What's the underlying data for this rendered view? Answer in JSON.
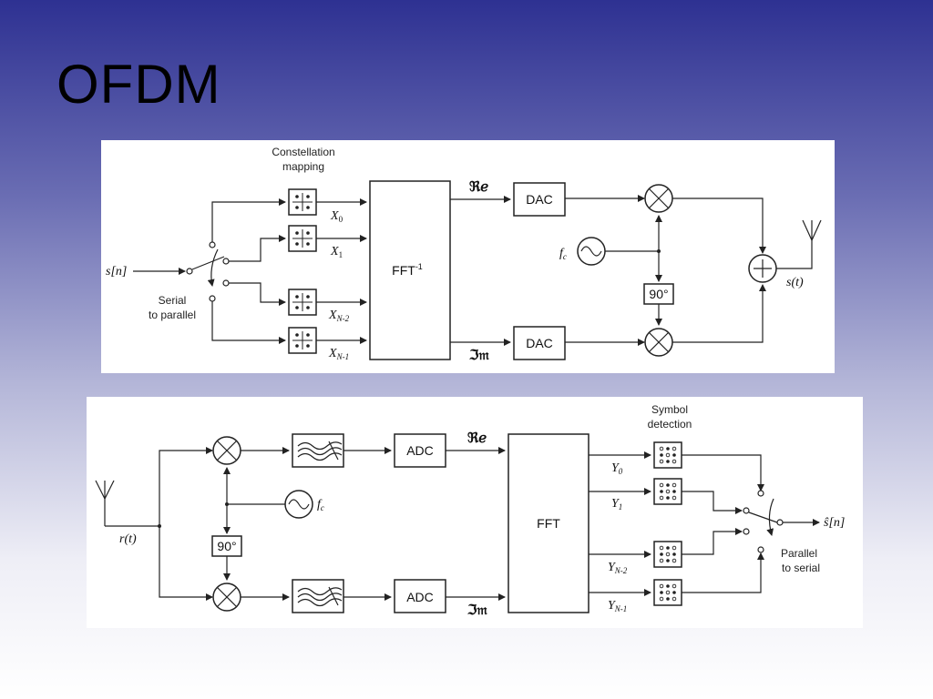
{
  "slide": {
    "title": "OFDM"
  },
  "transmitter": {
    "constellation_label_1": "Constellation",
    "constellation_label_2": "mapping",
    "input": "s[n]",
    "serial_label_1": "Serial",
    "serial_label_2": "to parallel",
    "x0": "X",
    "x0_sub": "0",
    "x1": "X",
    "x1_sub": "1",
    "xn2": "X",
    "xn2_sub": "N-2",
    "xn1": "X",
    "xn1_sub": "N-1",
    "ifft": "FFT",
    "ifft_sup": "-1",
    "re": "ℜℯ",
    "im": "ℑ𝔪",
    "dac_top": "DAC",
    "dac_bottom": "DAC",
    "fc": "f",
    "fc_sub": "c",
    "phase": "90°",
    "output": "s(t)"
  },
  "receiver": {
    "input": "r(t)",
    "fc": "f",
    "fc_sub": "c",
    "phase": "90°",
    "adc_top": "ADC",
    "adc_bottom": "ADC",
    "re": "ℜℯ",
    "im": "ℑ𝔪",
    "fft": "FFT",
    "detection_label_1": "Symbol",
    "detection_label_2": "detection",
    "y0": "Y",
    "y0_sub": "0",
    "y1": "Y",
    "y1_sub": "1",
    "yn2": "Y",
    "yn2_sub": "N-2",
    "yn1": "Y",
    "yn1_sub": "N-1",
    "output": "ŝ[n]",
    "parallel_label_1": "Parallel",
    "parallel_label_2": "to serial"
  }
}
